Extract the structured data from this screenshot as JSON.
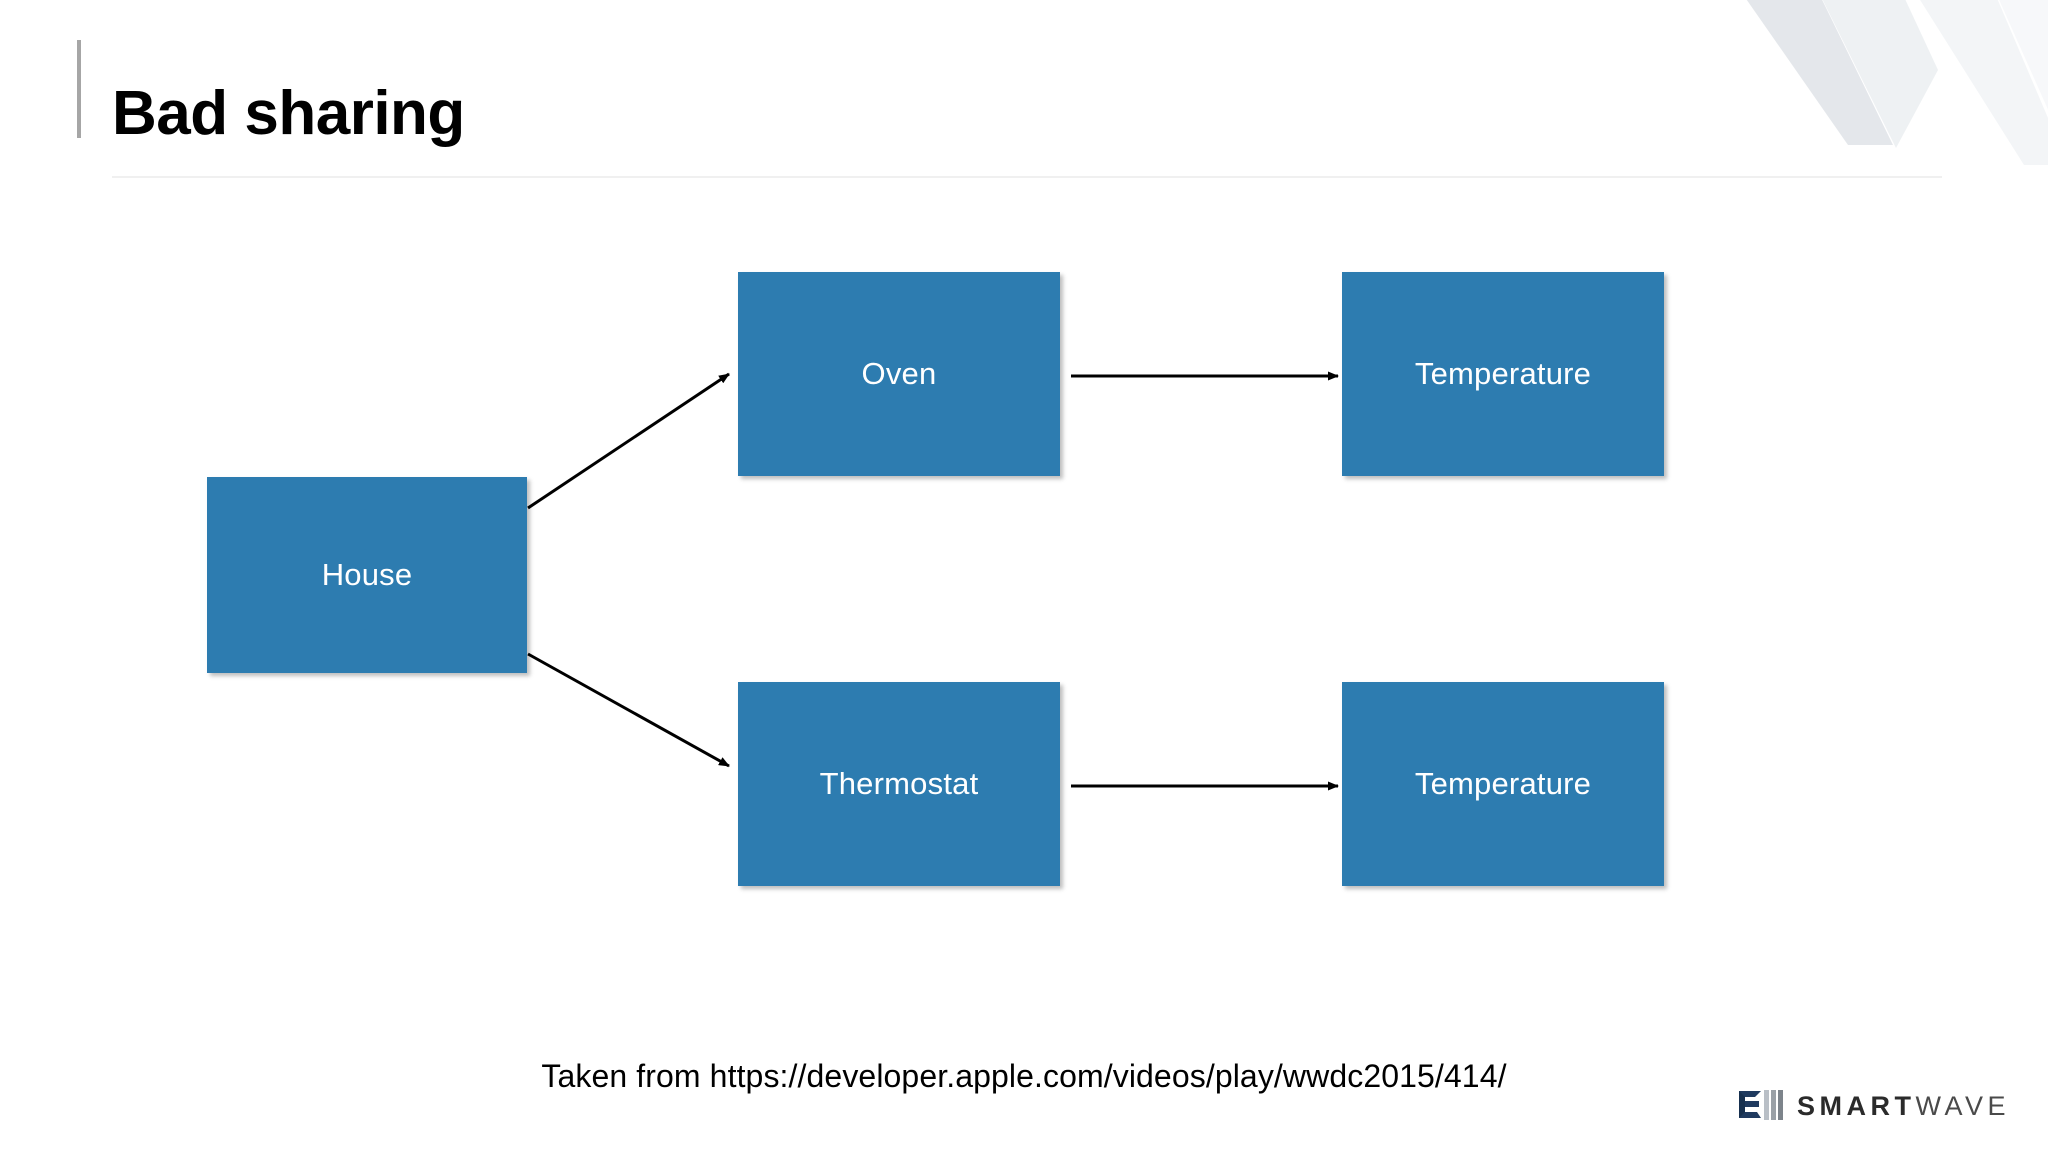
{
  "slide": {
    "title": "Bad sharing",
    "background_color": "#ffffff",
    "accent_bar_color": "#a6a6a6",
    "divider_color": "#f0f0f0"
  },
  "diagram": {
    "type": "node-link",
    "node_fill_color": "#2d7cb0",
    "node_text_color": "#ffffff",
    "edge_color": "#000000",
    "nodes": [
      {
        "id": "house",
        "label": "House"
      },
      {
        "id": "oven",
        "label": "Oven"
      },
      {
        "id": "temperature_oven",
        "label": "Temperature"
      },
      {
        "id": "thermostat",
        "label": "Thermostat"
      },
      {
        "id": "temperature_thermostat",
        "label": "Temperature"
      }
    ],
    "edges": [
      {
        "from": "house",
        "to": "oven",
        "style": "arrow"
      },
      {
        "from": "house",
        "to": "thermostat",
        "style": "arrow"
      },
      {
        "from": "oven",
        "to": "temperature_oven",
        "style": "arrow"
      },
      {
        "from": "thermostat",
        "to": "temperature_thermostat",
        "style": "arrow"
      }
    ]
  },
  "caption": {
    "text": "Taken from https://developer.apple.com/videos/play/wwdc2015/414/"
  },
  "brand": {
    "name_bold": "SMART",
    "name_light": "WAVE",
    "mark_color": "#1f3a5f",
    "mark_accent_color": "#9aa0a6"
  },
  "watermark": {
    "glyph": "W",
    "color": "#eef0f3"
  }
}
